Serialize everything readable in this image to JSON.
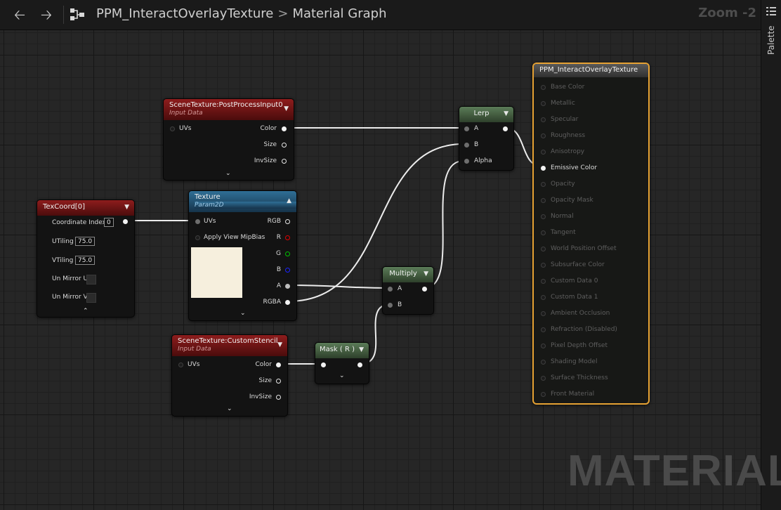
{
  "topbar": {
    "back_icon": "arrow-left-icon",
    "forward_icon": "arrow-right-icon",
    "asset_icon": "graph-nodes-icon",
    "asset_name": "PPM_InteractOverlayTexture",
    "separator": ">",
    "graph_name": "Material Graph",
    "zoom": "Zoom -2"
  },
  "right_panel": {
    "palette_icon": "menu-list-icon",
    "palette_label": "Palette"
  },
  "watermark": "MATERIAL",
  "nodes": {
    "scene_post": {
      "title": "SceneTexture:PostProcessInput0",
      "subtitle": "Input Data",
      "input_uvs": "UVs",
      "out_color": "Color",
      "out_size": "Size",
      "out_invsize": "InvSize"
    },
    "texcoord": {
      "title": "TexCoord[0]",
      "coord_index_label": "Coordinate Index",
      "coord_index_value": "0",
      "utiling_label": "UTiling",
      "utiling_value": "75.0",
      "vtiling_label": "VTiling",
      "vtiling_value": "75.0",
      "unmirror_u_label": "Un Mirror U",
      "unmirror_v_label": "Un Mirror V"
    },
    "texture": {
      "title": "Texture",
      "subtitle": "Param2D",
      "input_uvs": "UVs",
      "input_mipbias": "Apply View MipBias",
      "out_rgb": "RGB",
      "out_r": "R",
      "out_g": "G",
      "out_b": "B",
      "out_a": "A",
      "out_rgba": "RGBA",
      "preview_color": "#f6efdd"
    },
    "scene_stencil": {
      "title": "SceneTexture:CustomStencil",
      "subtitle": "Input Data",
      "input_uvs": "UVs",
      "out_color": "Color",
      "out_size": "Size",
      "out_invsize": "InvSize"
    },
    "lerp": {
      "title": "Lerp",
      "in_a": "A",
      "in_b": "B",
      "in_alpha": "Alpha"
    },
    "multiply": {
      "title": "Multiply",
      "in_a": "A",
      "in_b": "B"
    },
    "mask": {
      "title": "Mask ( R )"
    },
    "result": {
      "title": "PPM_InteractOverlayTexture",
      "inputs": [
        "Base Color",
        "Metallic",
        "Specular",
        "Roughness",
        "Anisotropy",
        "Emissive Color",
        "Opacity",
        "Opacity Mask",
        "Normal",
        "Tangent",
        "World Position Offset",
        "Subsurface Color",
        "Custom Data 0",
        "Custom Data 1",
        "Ambient Occlusion",
        "Refraction (Disabled)",
        "Pixel Depth Offset",
        "Shading Model",
        "Surface Thickness",
        "Front Material"
      ],
      "active_input": "Emissive Color"
    }
  },
  "colors": {
    "accent_selected": "#e6a233",
    "header_red": "#8e1d1d",
    "header_blue": "#2f6f96",
    "header_green": "#5b7c58"
  }
}
